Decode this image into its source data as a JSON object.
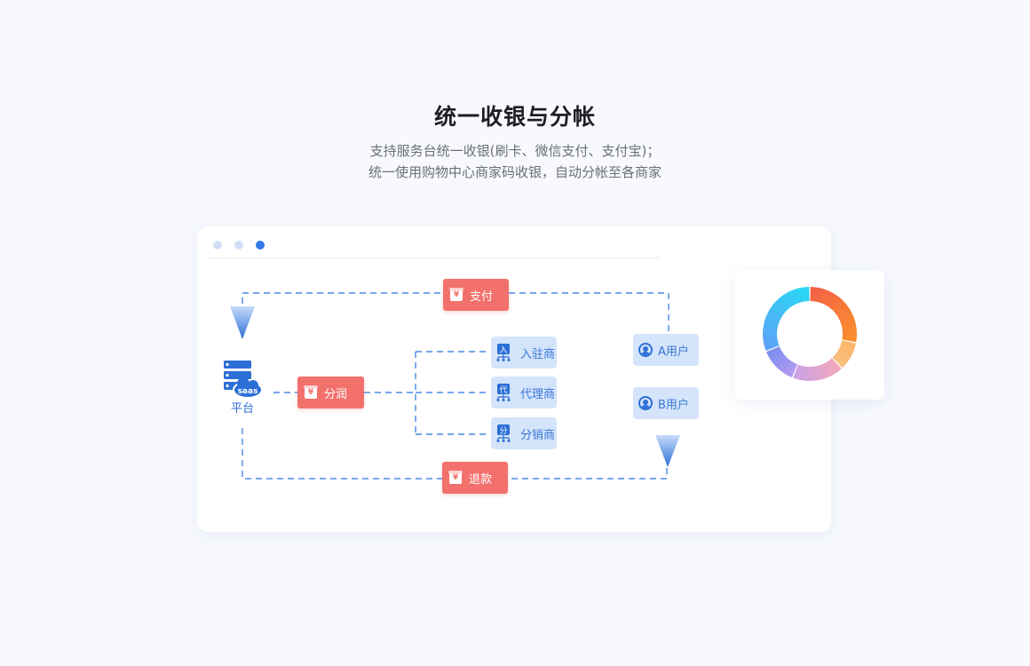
{
  "header": {
    "title": "统一收银与分帐",
    "subtitle_line1": "支持服务台统一收银(刷卡、微信支付、支付宝)；",
    "subtitle_line2": "统一使用购物中心商家码收银，自动分帐至各商家"
  },
  "diagram": {
    "platform": {
      "badge": "saas",
      "label": "平台"
    },
    "pay_label": "支付",
    "share_label": "分润",
    "refund_label": "退款",
    "sub_parties": [
      {
        "icon_char": "入",
        "label": "入驻商"
      },
      {
        "icon_char": "代",
        "label": "代理商"
      },
      {
        "icon_char": "分",
        "label": "分销商"
      }
    ],
    "users": [
      {
        "label": "A用户"
      },
      {
        "label": "B用户"
      }
    ],
    "yen_symbol": "¥"
  },
  "colors": {
    "accent_blue": "#2c6fd6",
    "red_button": "#f2716c",
    "light_blue_button": "#d4e4fb",
    "dash_line": "#4a8ae6"
  },
  "donut": {
    "segments": [
      {
        "value": 0.28,
        "from": "#f46246",
        "to": "#f98f2e"
      },
      {
        "value": 0.1,
        "from": "#fdb56a",
        "to": "#f7c07e"
      },
      {
        "value": 0.18,
        "from": "#f3a7bb",
        "to": "#c9a2e6"
      },
      {
        "value": 0.13,
        "from": "#b19af2",
        "to": "#7d8ff0"
      },
      {
        "value": 0.31,
        "from": "#5ba4f7",
        "to": "#2ad7f4"
      }
    ]
  }
}
